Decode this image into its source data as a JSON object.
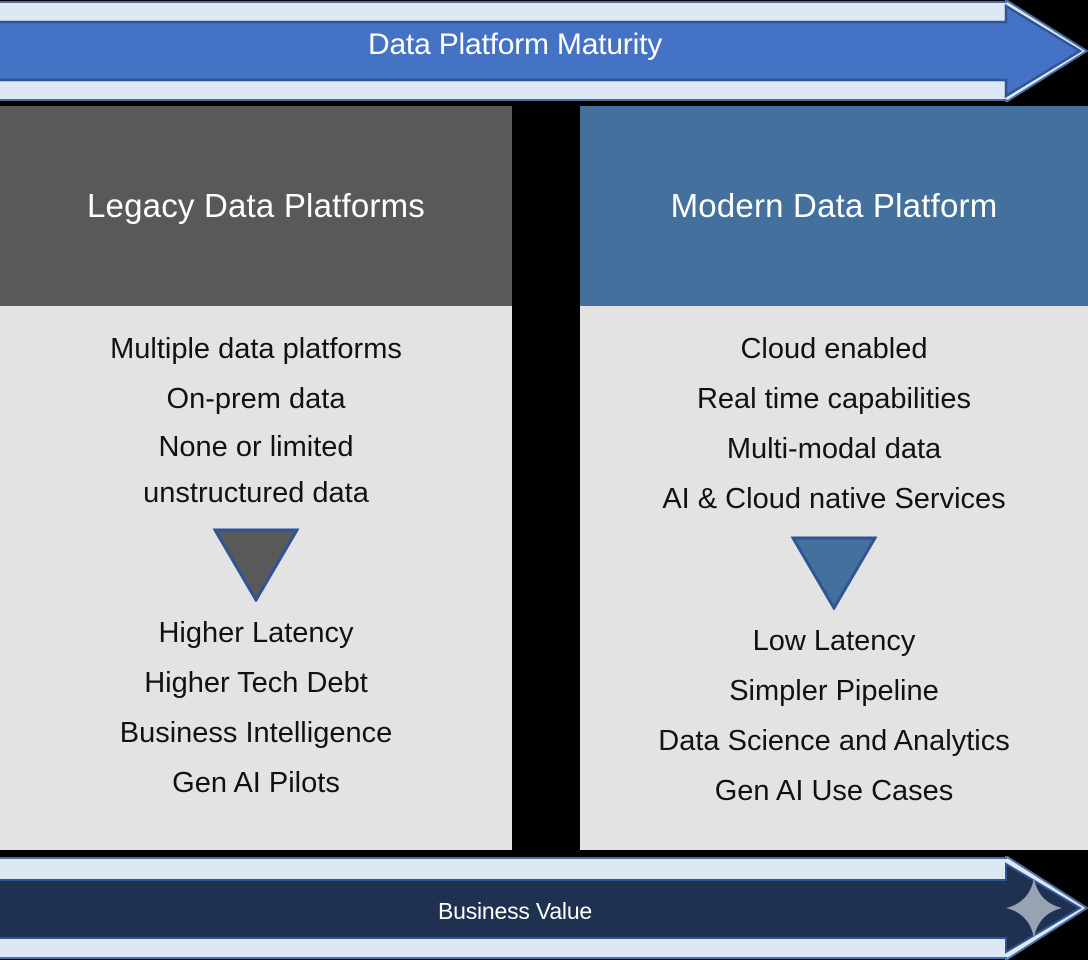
{
  "slide": {
    "background_color": "#000000"
  },
  "top_arrow": {
    "label": "Data Platform Maturity",
    "fill_color": "#4472C4",
    "outline_fill": "#DEE8F5",
    "outline_stroke": "#2F5496",
    "direction": "right"
  },
  "bottom_arrow": {
    "label": "Business Value",
    "fill_color": "#1F3150",
    "outline_fill": "#DEE8F5",
    "outline_stroke": "#2F5496",
    "star_color": "#97A2B3",
    "direction": "right"
  },
  "columns": [
    {
      "id": "legacy",
      "title": "Legacy Data Platforms",
      "header_color": "#595959",
      "body_color": "#E3E3E3",
      "features": [
        "Multiple data platforms",
        "On-prem data",
        "None or limited unstructured data"
      ],
      "arrow_icon": {
        "name": "down-triangle-icon",
        "fill": "#595959",
        "stroke": "#2F5496"
      },
      "outcomes": [
        "Higher Latency",
        "Higher Tech Debt",
        "Business Intelligence",
        "Gen AI Pilots"
      ]
    },
    {
      "id": "modern",
      "title": "Modern Data Platform",
      "header_color": "#44709D",
      "body_color": "#E3E3E3",
      "features": [
        "Cloud enabled",
        "Real time capabilities",
        "Multi-modal data",
        "AI & Cloud native Services"
      ],
      "arrow_icon": {
        "name": "down-triangle-icon",
        "fill": "#44709D",
        "stroke": "#2F5496"
      },
      "outcomes": [
        "Low Latency",
        "Simpler Pipeline",
        "Data Science and Analytics",
        "Gen AI Use Cases"
      ]
    }
  ]
}
